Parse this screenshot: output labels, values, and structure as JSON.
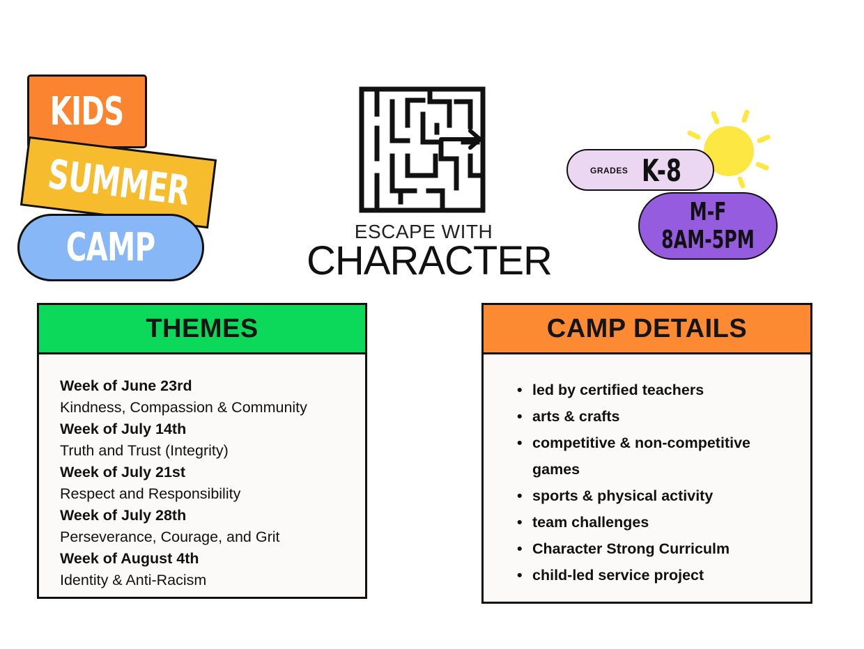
{
  "badges": {
    "kids": "KIDS",
    "summer": "SUMMER",
    "camp": "CAMP"
  },
  "logo": {
    "line1": "ESCAPE WITH",
    "line2": "CHARACTER",
    "icon": "maze-icon"
  },
  "grades": {
    "label": "GRADES",
    "value": "K-8"
  },
  "hours": {
    "days": "M-F",
    "time": "8AM-5PM"
  },
  "themes": {
    "title": "THEMES",
    "items": [
      {
        "week": "Week of June 23rd",
        "theme": "Kindness, Compassion & Community"
      },
      {
        "week": "Week of July 14th",
        "theme": "Truth and Trust (Integrity)"
      },
      {
        "week": "Week of July 21st",
        "theme": "Respect and Responsibility"
      },
      {
        "week": "Week of July 28th",
        "theme": "Perseverance, Courage, and Grit"
      },
      {
        "week": "Week of August 4th",
        "theme": "Identity & Anti-Racism"
      }
    ]
  },
  "details": {
    "title": "CAMP DETAILS",
    "items": [
      "led by certified teachers",
      "arts & crafts",
      "competitive & non-competitive games",
      "sports & physical activity",
      "team challenges",
      "Character Strong Curriculm",
      "child-led service project"
    ]
  },
  "colors": {
    "kids": "#fb8431",
    "summer": "#f6bc2e",
    "camp": "#88b7f7",
    "themes_header": "#0cd85a",
    "details_header": "#fb8a33",
    "grades_pill": "#ecd7f2",
    "hours_pill": "#955ce0",
    "sun": "#fde843"
  }
}
